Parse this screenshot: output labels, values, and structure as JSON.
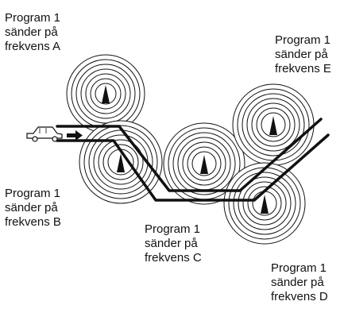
{
  "labels": {
    "a": {
      "line1": "Program 1",
      "line2": "sänder på",
      "line3": "frekvens A"
    },
    "b": {
      "line1": "Program 1",
      "line2": "sänder på",
      "line3": "frekvens B"
    },
    "c": {
      "line1": "Program 1",
      "line2": "sänder på",
      "line3": "frekvens C"
    },
    "d": {
      "line1": "Program 1",
      "line2": "sänder på",
      "line3": "frekvens D"
    },
    "e": {
      "line1": "Program 1",
      "line2": "sänder på",
      "line3": "frekvens E"
    }
  },
  "colors": {
    "ink": "#111111",
    "background": "#ffffff"
  },
  "icons": [
    "car-icon",
    "direction-arrow-icon",
    "transmitter-tower-icon",
    "radio-wave-rings-icon",
    "road-icon"
  ]
}
